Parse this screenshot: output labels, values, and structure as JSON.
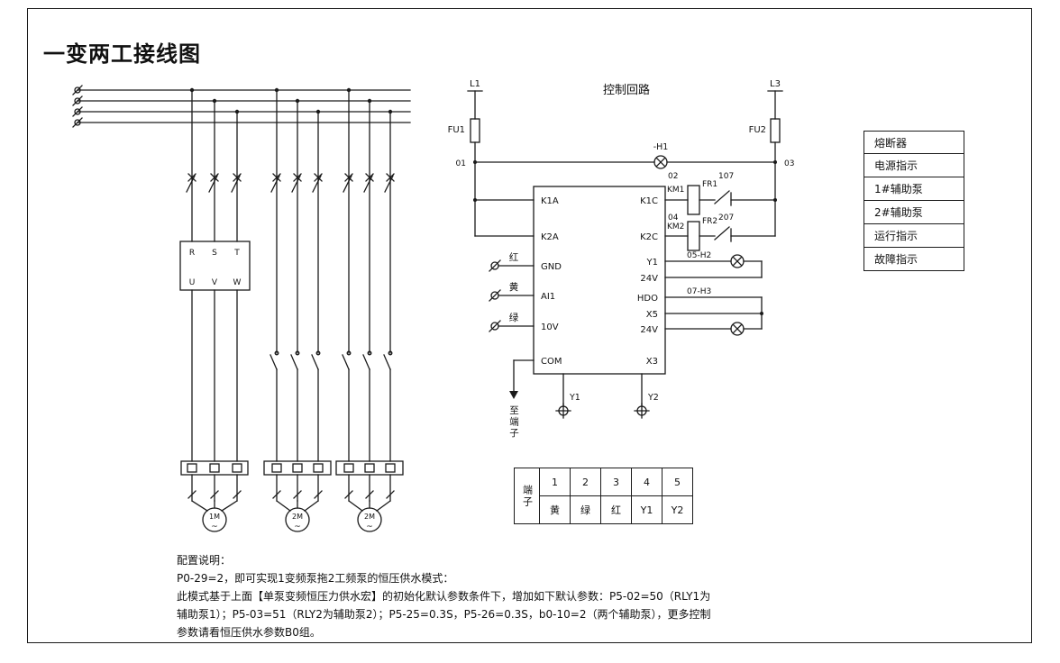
{
  "page": {
    "title": "一变两工接线图"
  },
  "power": {
    "vfd_top": [
      "R",
      "S",
      "T"
    ],
    "vfd_bottom": [
      "U",
      "V",
      "W"
    ],
    "motors": [
      "1M",
      "2M",
      "2M"
    ],
    "motor_symbol": "~"
  },
  "control": {
    "title": "控制回路",
    "l1": "L1",
    "l3": "L3",
    "fu1": "FU1",
    "fu2": "FU2",
    "h1": "-H1",
    "wire_01": "01",
    "wire_02": "02",
    "wire_107": "107",
    "wire_03": "03",
    "wire_04": "04",
    "wire_207": "207",
    "km1": "KM1",
    "fr1": "FR1",
    "km2": "KM2",
    "fr2": "FR2",
    "left_terminals": [
      "K1A",
      "K2A",
      "GND",
      "AI1",
      "10V",
      "COM"
    ],
    "right_terminals": [
      "K1C",
      "K2C",
      "Y1",
      "24V",
      "HDO",
      "X5",
      "24V",
      "X3"
    ],
    "wire_red": "红",
    "wire_yellow": "黄",
    "wire_green": "绿",
    "h2": "05-H2",
    "h3": "07-H3",
    "to_terminal": "至端子",
    "out_y1": "Y1",
    "out_y2": "Y2"
  },
  "legend": {
    "items": [
      "熔断器",
      "电源指示",
      "1#辅助泵",
      "2#辅助泵",
      "运行指示",
      "故障指示"
    ]
  },
  "terminal_table": {
    "header": "端子",
    "columns": [
      "1",
      "2",
      "3",
      "4",
      "5"
    ],
    "values": [
      "黄",
      "绿",
      "红",
      "Y1",
      "Y2"
    ]
  },
  "notes": {
    "lines": [
      "配置说明：",
      "P0-29=2，即可实现1变频泵拖2工频泵的恒压供水模式：",
      "此模式基于上面【单泵变频恒压力供水宏】的初始化默认参数条件下，增加如下默认参数：P5-02=50（RLY1为",
      "辅助泵1）；P5-03=51（RLY2为辅助泵2）；P5-25=0.3S，P5-26=0.3S，b0-10=2（两个辅助泵），更多控制",
      "参数请看恒压供水参数B0组。"
    ]
  }
}
